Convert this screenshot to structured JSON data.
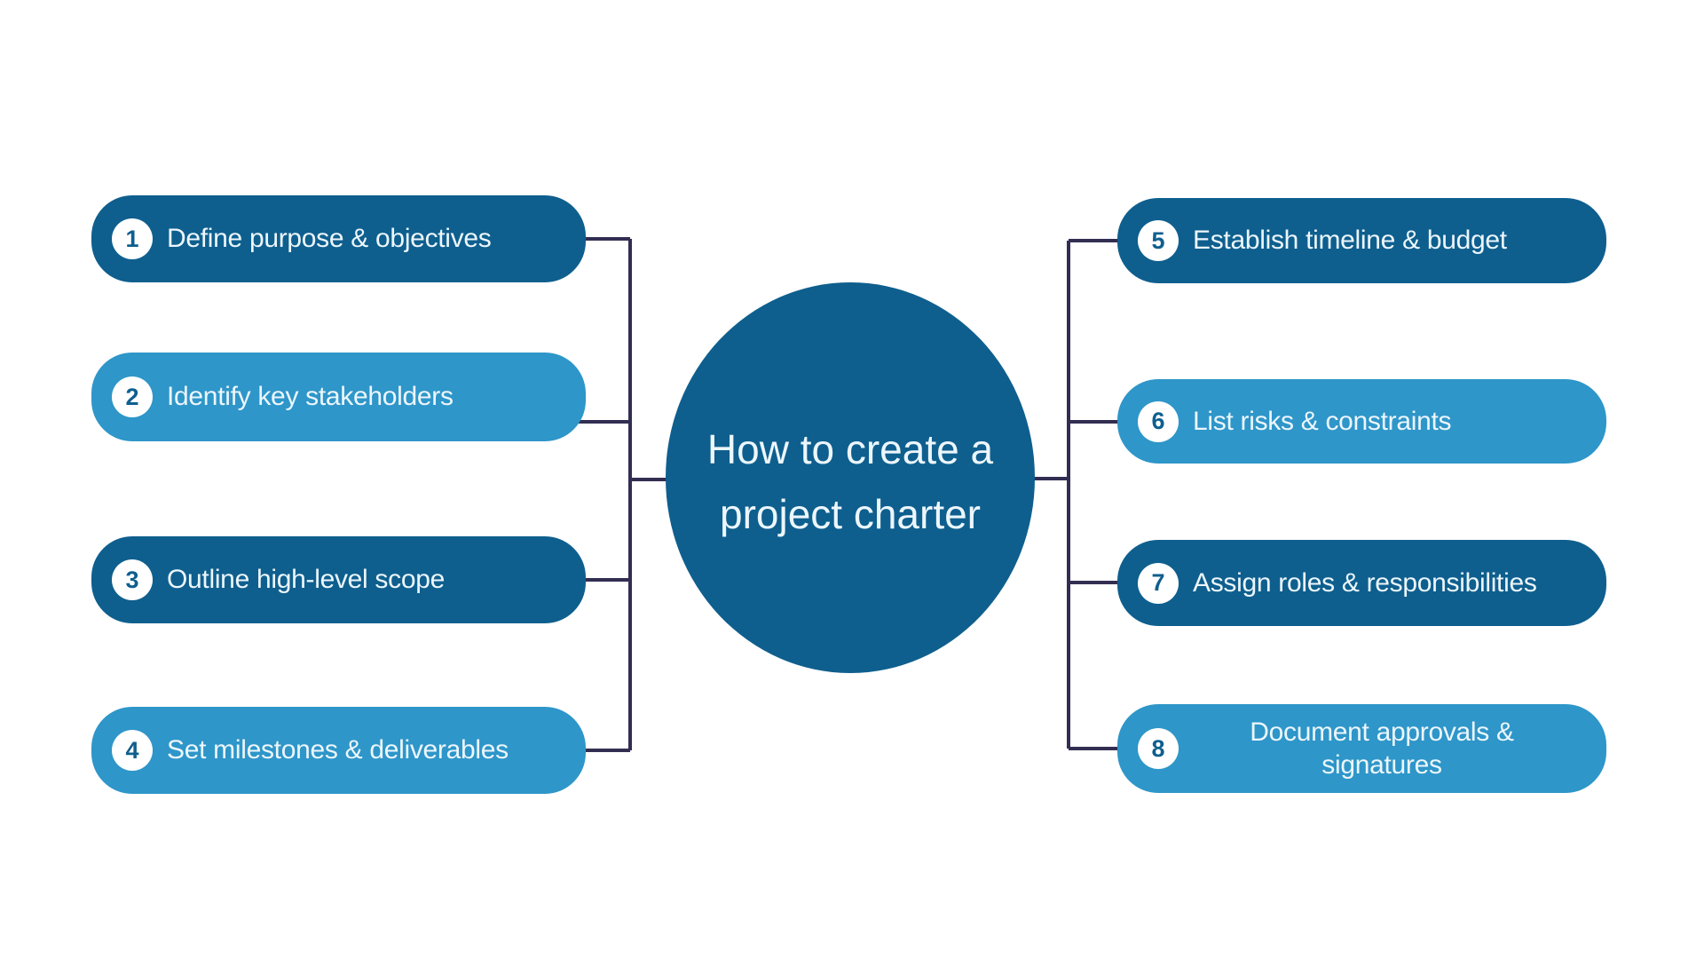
{
  "title": {
    "line1": "How to create a",
    "line2": "project charter"
  },
  "steps": [
    {
      "number": "1",
      "label": "Define purpose & objectives",
      "tone": "dark",
      "side": "left"
    },
    {
      "number": "2",
      "label": "Identify key stakeholders",
      "tone": "light",
      "side": "left"
    },
    {
      "number": "3",
      "label": "Outline high-level scope",
      "tone": "dark",
      "side": "left"
    },
    {
      "number": "4",
      "label": "Set milestones & deliverables",
      "tone": "light",
      "side": "left"
    },
    {
      "number": "5",
      "label": "Establish timeline & budget",
      "tone": "dark",
      "side": "right"
    },
    {
      "number": "6",
      "label": "List risks & constraints",
      "tone": "light",
      "side": "right"
    },
    {
      "number": "7",
      "label": "Assign roles & responsibilities",
      "tone": "dark",
      "side": "right"
    },
    {
      "number": "8",
      "label": "Document approvals & signatures",
      "tone": "light",
      "side": "right"
    }
  ],
  "colors": {
    "dark_blue": "#0e5f8e",
    "light_blue": "#2e96c9",
    "connector": "#322e52",
    "badge_bg": "#ffffff",
    "text_light": "#ecf6fb"
  }
}
